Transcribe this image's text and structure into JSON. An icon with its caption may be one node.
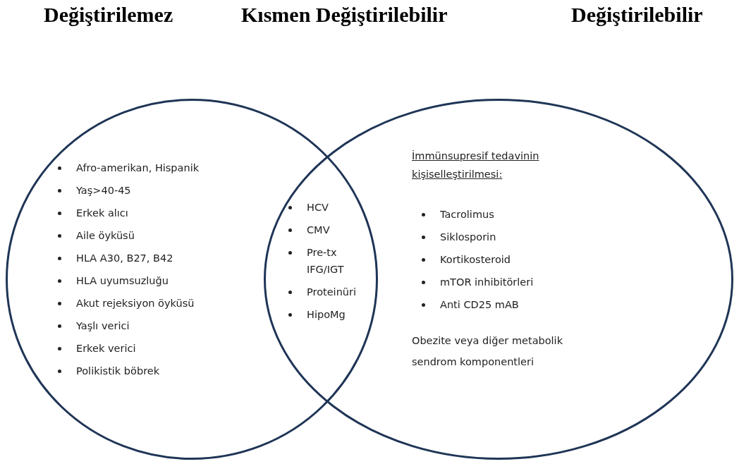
{
  "diagram": {
    "nodes": [
      {
        "text": [
          "Afro-amerikan, Hispanik",
          "Yaş>40-45",
          "Erkek alıcı",
          "Aile öyküsü",
          "HLA A30, B27, B42",
          "HLA uyumsuzluğu",
          "Akut rejeksiyon öyküsü",
          "Yaşlı verici",
          "Erkek verici",
          "Polikistik böbrek"
        ]
      },
      {
        "text": [
          "HCV",
          "CMV",
          "Pre-tx IFG/IGT",
          "Proteinüri",
          "HipoMg"
        ]
      },
      {
        "text": [
          "İmmünsupresif tedavinin kişiselleştirilmesi:",
          "Tacrolimus",
          "Siklosporin",
          "Kortikosteroid",
          "mTOR inhibitörleri",
          "Anti CD25 mAB",
          "Obezite veya diğer metabolik sendrom komponentleri"
        ]
      }
    ],
    "labels": [
      "Değiştirilemez",
      "Kısmen Değiştirilebilir",
      "Değiştirilebilir"
    ]
  }
}
